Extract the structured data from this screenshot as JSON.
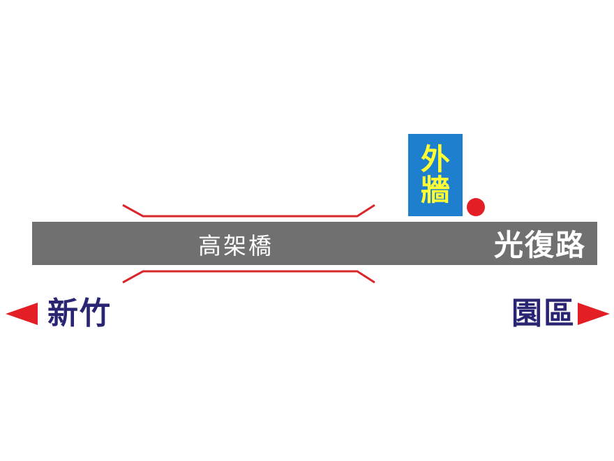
{
  "map": {
    "road_name": "光復路",
    "bridge_label": "高架橋",
    "sign_chars": [
      "外",
      "牆"
    ],
    "directions": {
      "left": "新竹",
      "right": "園區"
    },
    "colors": {
      "road": "#707070",
      "sign_bg": "#1e7fcf",
      "sign_text": "#ffff33",
      "marker": "#e31e24",
      "bridge_lines": "#d9262b",
      "direction_text": "#2a2572",
      "arrows": "#e31e24"
    }
  }
}
